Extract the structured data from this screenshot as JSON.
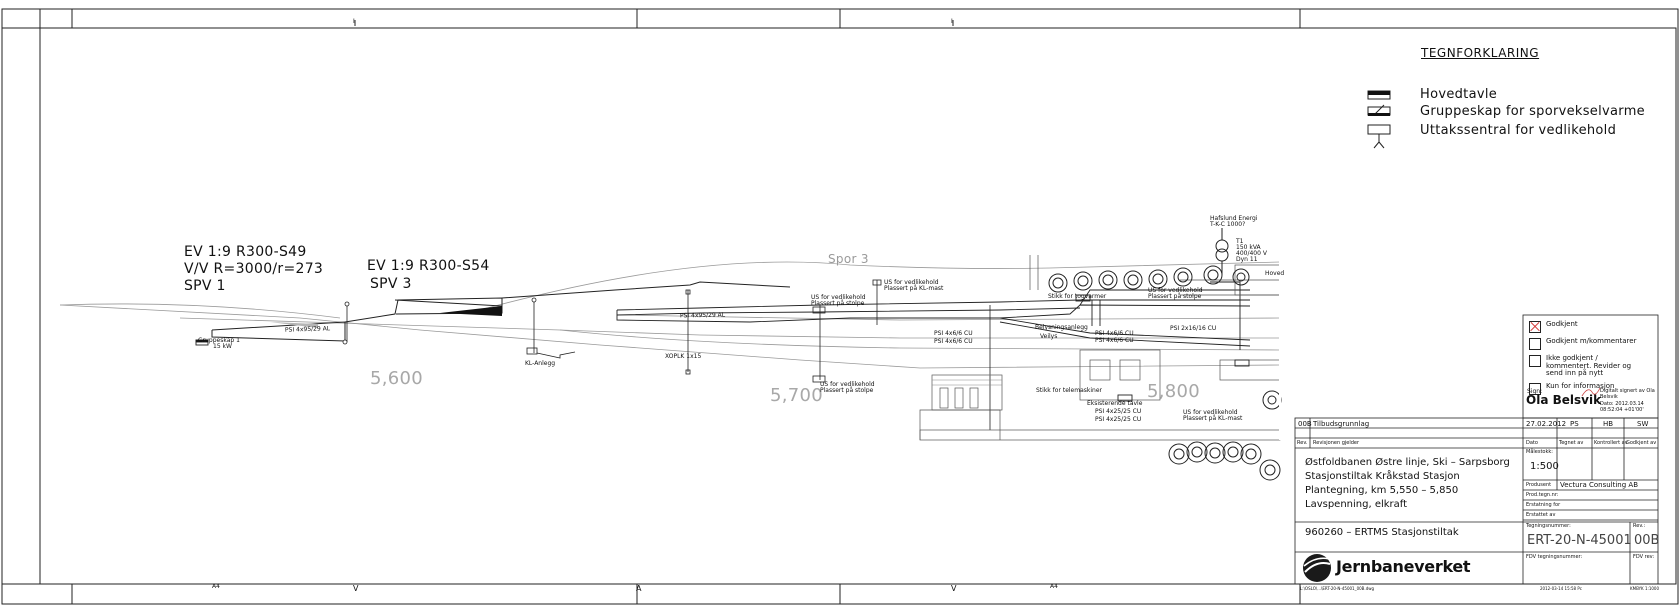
{
  "legend": {
    "title": "TEGNFORKLARING",
    "items": [
      {
        "label": "Hovedtavle",
        "icon": "hovedtavle-symbol"
      },
      {
        "label": "Gruppeskap for sporvekselvarme",
        "icon": "gruppeskap-symbol"
      },
      {
        "label": "Uttakssentral for vedlikehold",
        "icon": "uttakssentral-symbol"
      }
    ]
  },
  "switches": {
    "left": {
      "line1": "EV 1:9 R300-S49",
      "line2": "V/V R=3000/r=273",
      "line3": "SPV 1"
    },
    "right": {
      "line1": "EV 1:9 R300-S54",
      "line2": "SPV 3"
    }
  },
  "track": {
    "spor3": "Spor 3",
    "km_5600": "5,600",
    "km_5700": "5,700",
    "km_5800": "5,800"
  },
  "labels": {
    "gruppeskap": "Gruppeskap 1",
    "gruppeskap_kw": "15 kW",
    "psi_cable_1": "PSI 4x95/29 AL",
    "psi_cable_2": "PSI 4x95/29 AL",
    "kl_anlegg": "KL-Anlegg",
    "kabel_side": "XOPLK 1x15",
    "us1_a": "US for vedlikehold",
    "us1_b": "Plassert på stolpe",
    "us2_a": "US for vedlikehold",
    "us2_b": "Plassert på KL-mast",
    "us3_a": "US for vedlikehold",
    "us3_b": "Plassert på stolpe",
    "us4_a": "US for vedlikehold",
    "us4_b": "Plassert på stolpe",
    "us5_a": "US for vedlikehold",
    "us5_b": "Plassert på KL-mast",
    "psi_445_a": "PSI 4x6/6 CU",
    "psi_445_b": "PSI 4x6/6 CU",
    "psi_426_a": "PSI 4x6/6 CU",
    "psi_426_b": "PSI 4x6/6 CU",
    "psi_4x25": "PSI 2x16/16 CU",
    "belysning": "Belysningsanlegg",
    "veilys": "Veilys",
    "stikk": "Stikk for togvarmer",
    "stikk2": "Stikk for telemaskiner",
    "eksisterende": "Eksisterende tavle",
    "psi_425_a": "PSI 4x25/25 CU",
    "psi_425_b": "PSI 4x25/25 CU",
    "trafo_a": "Hafslund Energi",
    "trafo_b": "T-K-C 1000?",
    "trafo_c": "T1",
    "trafo_d": "150 kVA",
    "trafo_e": "400/400 V",
    "trafo_f": "Dyn 11",
    "hovedtavle": "Hoved"
  },
  "approval": {
    "options": [
      {
        "label": "Godkjent",
        "checked": true
      },
      {
        "label": "Godkjent m/kommentarer",
        "checked": false
      },
      {
        "label": "Ikke godkjent / kommentert. Revider og send inn på nytt",
        "checked": false
      },
      {
        "label": "Kun for informasjon",
        "checked": false
      }
    ],
    "sign_label": "Sign:",
    "signature": "Ola Belsvik",
    "digital_sign": "Digitalt signert av Ola Belsvik",
    "digital_date": "Dato: 2012.03.14 08:52:04 +01'00'"
  },
  "revision": {
    "rev": "00B",
    "desc": "Tilbudsgrunnlag",
    "date": "27.02.2012",
    "drawn": "PS",
    "checked": "HB",
    "approved": "SW",
    "headers": [
      "Rev.",
      "Revisjonen gjelder",
      "Dato",
      "Tegnet av",
      "Kontrollert av",
      "Godkjent av"
    ]
  },
  "title": {
    "line1": "Østfoldbanen Østre linje, Ski – Sarpsborg",
    "line2": "Stasjonstiltak Kråkstad Stasjon",
    "line3": "Plantegning, km 5,550 – 5,850",
    "line4": "Lavspenning, elkraft",
    "project": "960260 – ERTMS Stasjonstiltak"
  },
  "meta": {
    "scale_label": "Målestokk:",
    "scale": "1:500",
    "producer_label": "Produsent",
    "producer": "Vectura Consulting AB",
    "prod_tegn": "Prod.tegn.nr:",
    "erstatning_for": "Erstatning for",
    "erstattet_av": "Erstattet av",
    "tegnnr_label": "Tegningsnummer:",
    "tegnnr": "ERT-20-N-45001",
    "rev_label": "Rev.:",
    "rev": "00B",
    "fdv_label": "FDV tegningsnummer:",
    "fdv_rev": "FDV rev:",
    "company": "Jernbaneverket"
  },
  "frame": {
    "bottom_marks": [
      "A4",
      "V",
      "A",
      "V",
      "A4"
    ],
    "top_marks": [
      "I",
      "I"
    ],
    "path": "L:\\OSLO\\...\\ERT-20-N-45001_00B.dwg",
    "plot_date": "2012-03-14 15:58 Pc",
    "plot_scale": "KMBYK 1:1000"
  },
  "colors": {
    "line": "#222222",
    "grey": "#9a9a9a",
    "approval_red": "#d43333"
  }
}
